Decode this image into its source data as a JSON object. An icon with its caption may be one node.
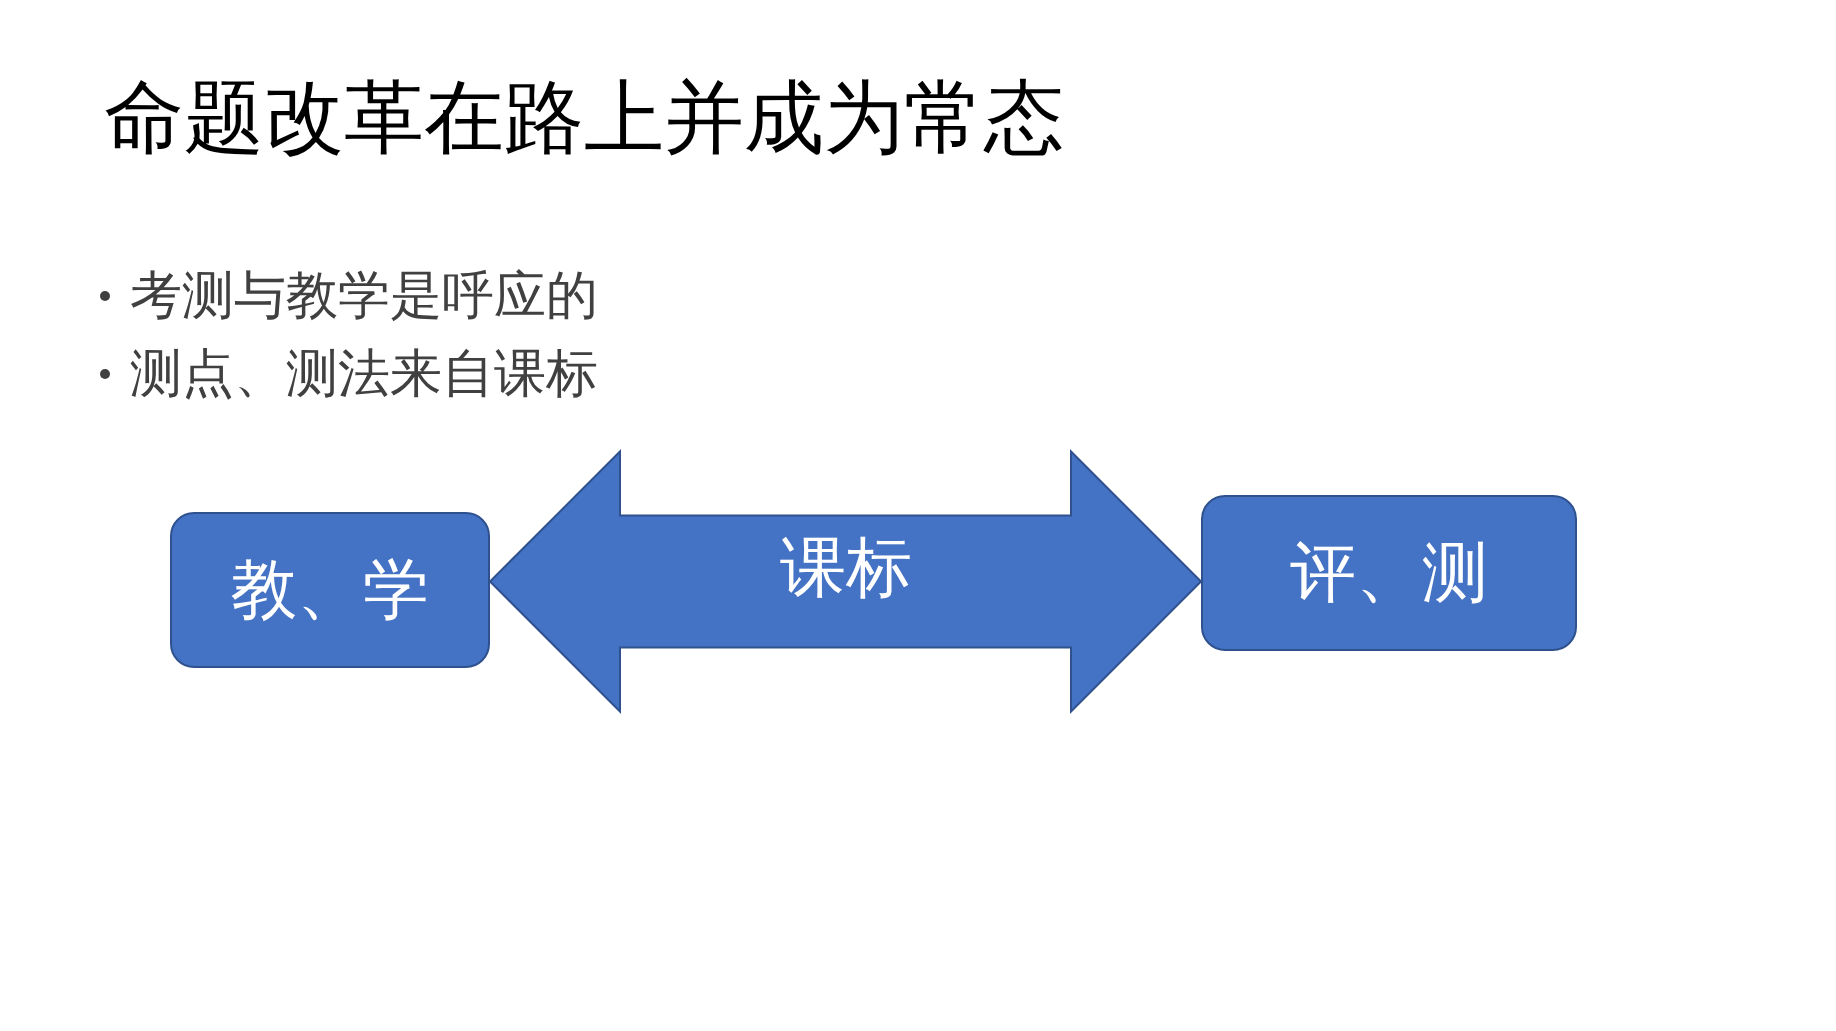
{
  "diagram": {
    "title": "命题改革在路上并成为常态",
    "nodes": [
      {
        "text": [
          "教、学"
        ]
      },
      {
        "text": [
          "评、测"
        ]
      }
    ],
    "edges": [
      {
        "from": 0,
        "to": 1,
        "arrow": "both",
        "label": "课标",
        "style": "thick"
      }
    ],
    "labels": [
      "考测与教学是呼应的",
      "测点、测法来自课标"
    ]
  }
}
